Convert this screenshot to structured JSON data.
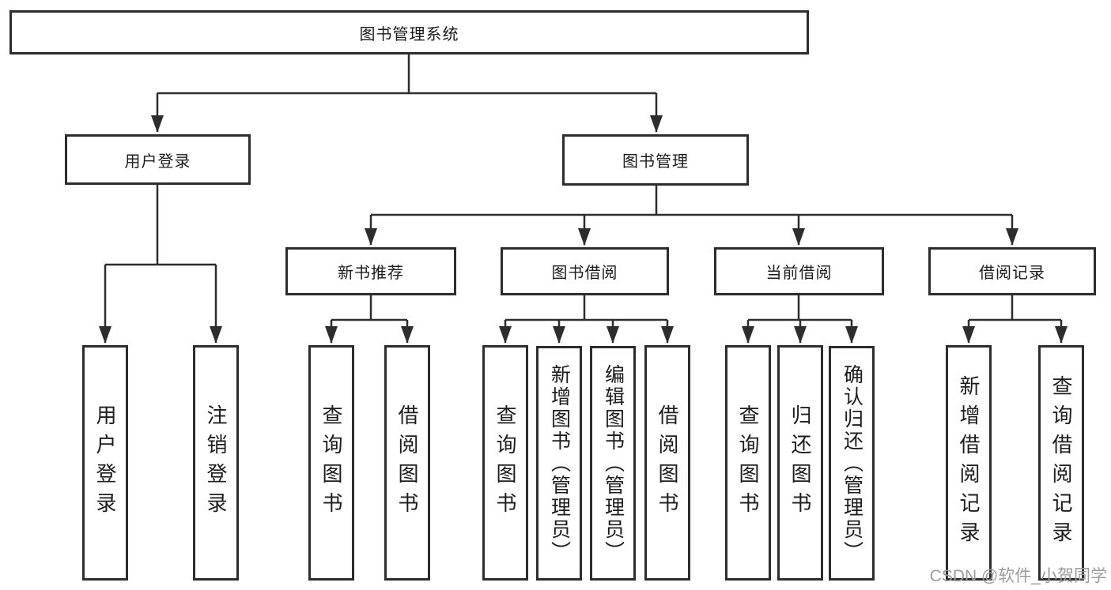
{
  "diagram": {
    "type": "hierarchy-tree",
    "root": {
      "label": "图书管理系统"
    },
    "level2": [
      {
        "label": "用户登录",
        "parent": "图书管理系统"
      },
      {
        "label": "图书管理",
        "parent": "图书管理系统"
      }
    ],
    "level3": [
      {
        "label": "新书推荐",
        "parent": "图书管理"
      },
      {
        "label": "图书借阅",
        "parent": "图书管理"
      },
      {
        "label": "当前借阅",
        "parent": "图书管理"
      },
      {
        "label": "借阅记录",
        "parent": "图书管理"
      }
    ],
    "leaves": [
      {
        "label": "用户登录",
        "parent": "用户登录"
      },
      {
        "label": "注销登录",
        "parent": "用户登录"
      },
      {
        "label": "查询图书",
        "parent": "新书推荐"
      },
      {
        "label": "借阅图书",
        "parent": "新书推荐"
      },
      {
        "label": "查询图书",
        "parent": "图书借阅"
      },
      {
        "label": "新增图书（管理员）",
        "parent": "图书借阅"
      },
      {
        "label": "编辑图书（管理员）",
        "parent": "图书借阅"
      },
      {
        "label": "借阅图书",
        "parent": "图书借阅"
      },
      {
        "label": "查询图书",
        "parent": "当前借阅"
      },
      {
        "label": "归还图书",
        "parent": "当前借阅"
      },
      {
        "label": "确认归还（管理员）",
        "parent": "当前借阅"
      },
      {
        "label": "新增借阅记录",
        "parent": "借阅记录"
      },
      {
        "label": "查询借阅记录",
        "parent": "借阅记录"
      }
    ],
    "colors": {
      "line": "#2d2d2d",
      "text": "#1c1c1c",
      "box_background": "#ffffff",
      "watermark": "#9c9c9c"
    }
  },
  "watermark": {
    "text": "CSDN @软件_小贺同学"
  }
}
